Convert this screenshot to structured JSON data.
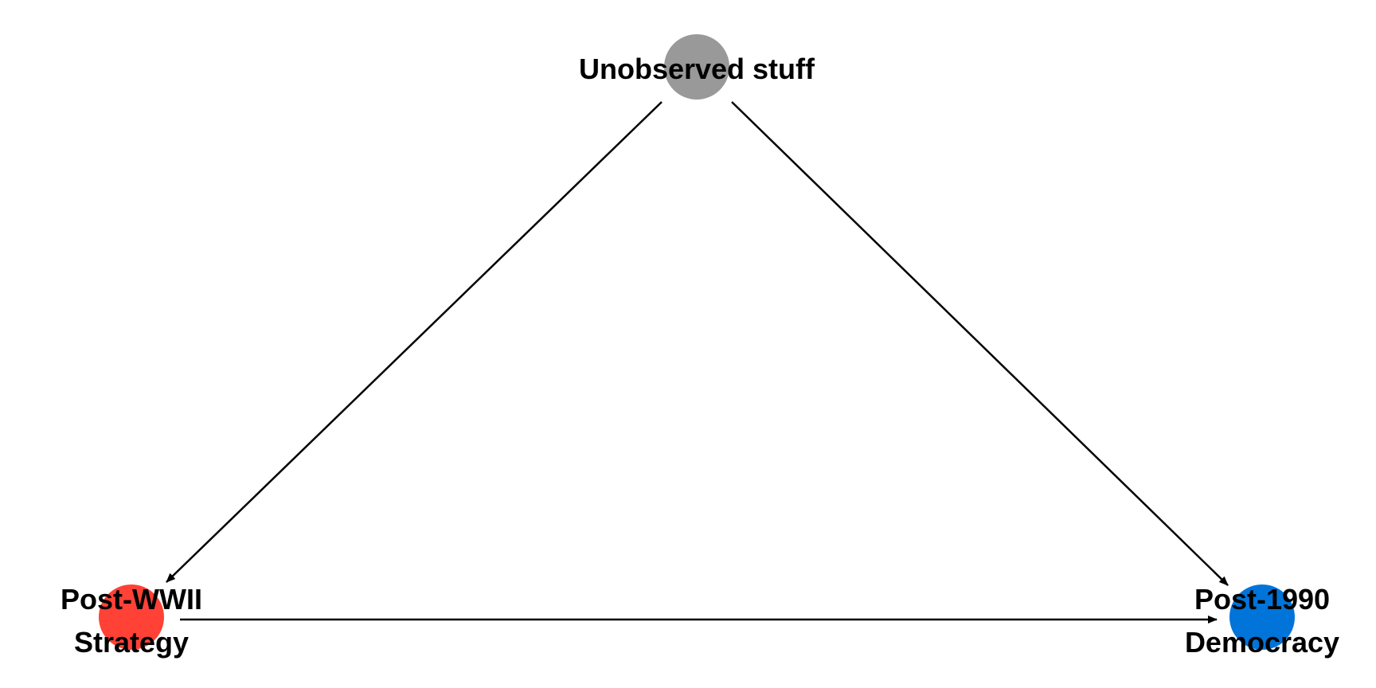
{
  "diagram": {
    "type": "causal-dag",
    "nodes": [
      {
        "id": "unobserved",
        "label_lines": [
          "Unobserved stuff"
        ],
        "color": "#999999"
      },
      {
        "id": "strategy",
        "label_lines": [
          "Post-WWII",
          "Strategy"
        ],
        "color": "#FF4136"
      },
      {
        "id": "democracy",
        "label_lines": [
          "Post-1990",
          "Democracy"
        ],
        "color": "#0074D9"
      }
    ],
    "edges": [
      {
        "from": "unobserved",
        "to": "strategy"
      },
      {
        "from": "unobserved",
        "to": "democracy"
      },
      {
        "from": "strategy",
        "to": "democracy"
      }
    ]
  }
}
